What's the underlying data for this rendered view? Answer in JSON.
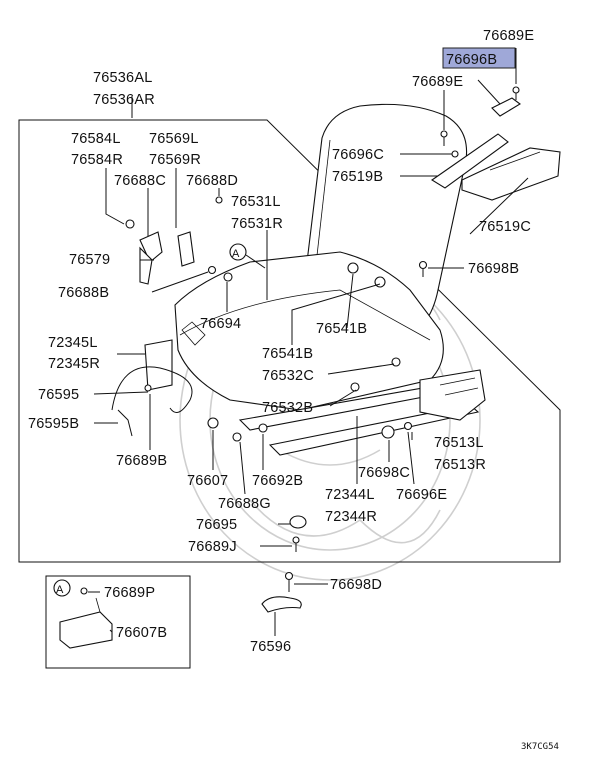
{
  "highlight_color": "#9fa8d8",
  "watermark": "ornate emblem (faint)",
  "code": "3K7CG54",
  "labels": {
    "p76689E_top": "76689E",
    "p76696B": "76696B",
    "p76689E_mid": "76689E",
    "p76536AL": "76536AL",
    "p76536AR": "76536AR",
    "p76584L": "76584L",
    "p76584R": "76584R",
    "p76569L": "76569L",
    "p76569R": "76569R",
    "p76696C": "76696C",
    "p76519B": "76519B",
    "p76688C": "76688C",
    "p76688D": "76688D",
    "p76531L": "76531L",
    "p76531R": "76531R",
    "p76519C": "76519C",
    "callout_A": "A",
    "p76579": "76579",
    "p76698B": "76698B",
    "p76688B": "76688B",
    "p76694": "76694",
    "p76541B_a": "76541B",
    "p72345L": "72345L",
    "p72345R": "72345R",
    "p76541B_b": "76541B",
    "p76532C": "76532C",
    "p76595": "76595",
    "p76532B": "76532B",
    "p76595B": "76595B",
    "p76513L": "76513L",
    "p76513R": "76513R",
    "p76689B": "76689B",
    "p76607": "76607",
    "p76692B": "76692B",
    "p76698C": "76698C",
    "p72344L": "72344L",
    "p76696E": "76696E",
    "p76688G": "76688G",
    "p72344R": "72344R",
    "p76695": "76695",
    "p76689J": "76689J",
    "inset_A": "A",
    "p76689P": "76689P",
    "p76698D": "76698D",
    "p76607B": "76607B",
    "p76596": "76596"
  }
}
